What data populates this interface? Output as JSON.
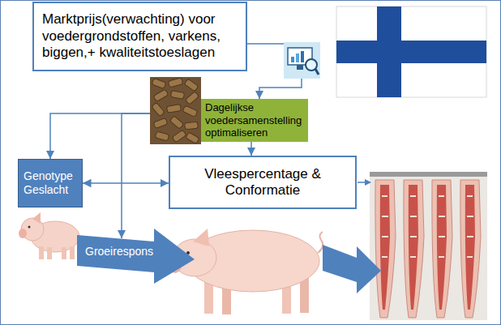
{
  "diagram": {
    "nodes": [
      {
        "text": [
          "Marktprijs(verwachting) voor voedergrondstoffen, varkens, biggen,+ kwaliteitstoeslagen"
        ]
      },
      {
        "text": [
          "Dagelijkse voedersamenstelling optimaliseren"
        ]
      },
      {
        "text": [
          "Genotype Geslacht"
        ]
      },
      {
        "text": [
          "Vleespercentage & Conformatie"
        ]
      },
      {
        "text": [
          "Groeirespons"
        ]
      }
    ],
    "edges": [
      {
        "from": 0,
        "to": 1,
        "arrow": "to"
      },
      {
        "from": 1,
        "to": 2,
        "arrow": "to"
      },
      {
        "from": 1,
        "to": 4,
        "arrow": "to"
      },
      {
        "from": 2,
        "to": 3,
        "arrow": "both"
      },
      {
        "from": 1,
        "to": 3,
        "arrow": "to"
      }
    ]
  }
}
